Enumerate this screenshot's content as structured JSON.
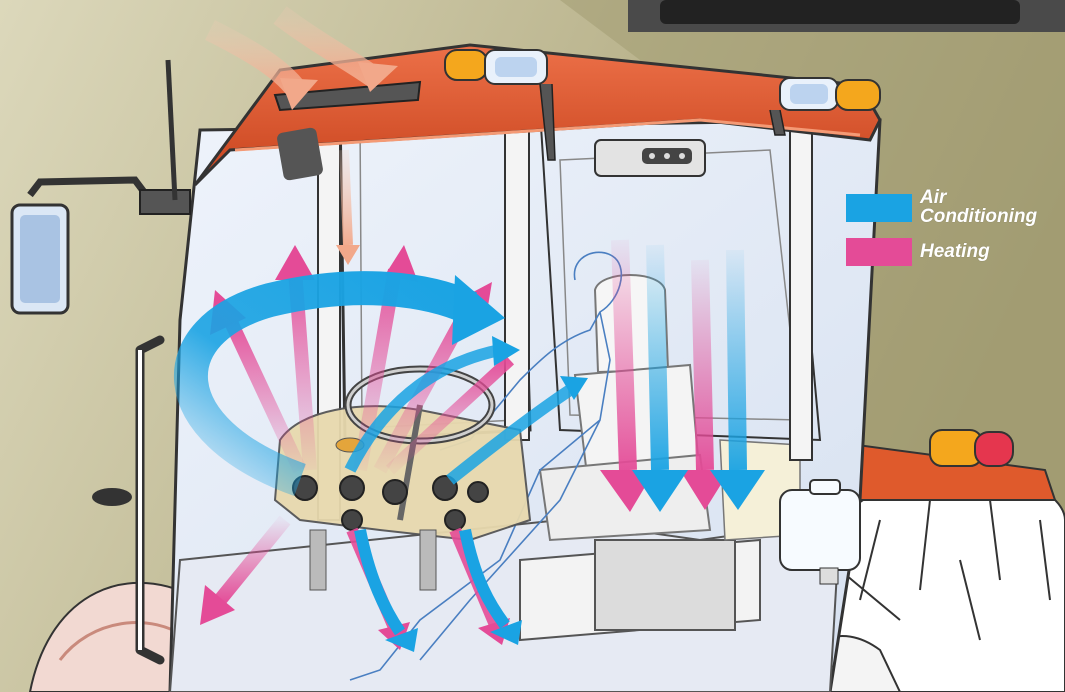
{
  "legend": {
    "items": [
      {
        "label_line1": "Air",
        "label_line2": "Conditioning",
        "color": "#1aa3e3"
      },
      {
        "label_line1": "Heating",
        "label_line2": "",
        "color": "#e44b97"
      }
    ]
  },
  "palette": {
    "background": "#a9a37a",
    "background_light": "#d4d0b2",
    "cab_roof": "#df5a2c",
    "lamp_amber": "#f4a71d",
    "lamp_red": "#e5364e",
    "airflow_cool": "#1aa3e3",
    "airflow_warm": "#e44b97"
  }
}
